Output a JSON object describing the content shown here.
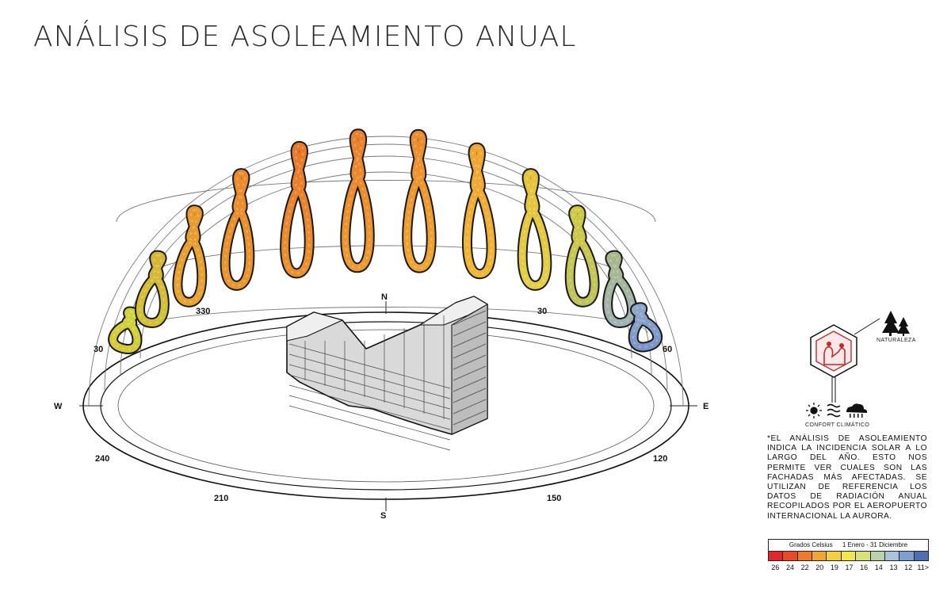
{
  "title": "ANÁLISIS DE ASOLEAMIENTO ANUAL",
  "compass": {
    "north": "N",
    "south": "S",
    "east": "E",
    "west": "W",
    "deg_330": "330",
    "deg_30": "30",
    "deg_300": "30",
    "deg_60": "60",
    "deg_240": "240",
    "deg_120": "120",
    "deg_210": "210",
    "deg_150": "150"
  },
  "icons": {
    "naturaleza_label": "NATURALEZA",
    "confort_label": "CONFORT CLIMÁTICO"
  },
  "note": "*EL ANÁLISIS DE ASOLEAMIENTO INDICA LA INCIDENCIA SOLAR A LO LARGO DEL AÑO. ESTO NOS PERMITE VER CUALES SON LAS FACHADAS MÁS AFECTADAS. SE UTILIZAN DE REFERENCIA LOS DATOS DE RADIACIÓN ANUAL RECOPILADOS POR EL AEROPUERTO INTERNACIONAL LA AURORA.",
  "scale": {
    "header_left": "Grados Celsius",
    "header_right": "1 Enero - 31 Diciembre",
    "ticks": [
      "26",
      "24",
      "22",
      "20",
      "19",
      "17",
      "16",
      "14",
      "13",
      "12",
      "11>"
    ],
    "colors": [
      "#e4252a",
      "#ea4a26",
      "#ef7a2a",
      "#f4a531",
      "#f7cf3c",
      "#f2e84a",
      "#d7e27a",
      "#b9d3a8",
      "#a9c4dc",
      "#7e9fd2",
      "#4e6fb6"
    ]
  },
  "analemmas": [
    {
      "angle": 163,
      "top": "#cfd43d",
      "bottom": "#d4c93a"
    },
    {
      "angle": 149,
      "top": "#d6b636",
      "bottom": "#d2c138"
    },
    {
      "angle": 136,
      "top": "#e79a2f",
      "bottom": "#e6a432"
    },
    {
      "angle": 123,
      "top": "#ea8a2d",
      "bottom": "#e8962f"
    },
    {
      "angle": 109,
      "top": "#e8782b",
      "bottom": "#e9912f"
    },
    {
      "angle": 96,
      "top": "#e9812c",
      "bottom": "#ec9a31"
    },
    {
      "angle": 83,
      "top": "#eb8c2e",
      "bottom": "#eea533"
    },
    {
      "angle": 70,
      "top": "#eea533",
      "bottom": "#f0b636"
    },
    {
      "angle": 57,
      "top": "#e6c23a",
      "bottom": "#e2cf48"
    },
    {
      "angle": 44,
      "top": "#cfc944",
      "bottom": "#bfc35d"
    },
    {
      "angle": 31,
      "top": "#a8b88a",
      "bottom": "#9fb3b3"
    },
    {
      "angle": 18,
      "top": "#8ea6c9",
      "bottom": "#7a96c8"
    }
  ]
}
